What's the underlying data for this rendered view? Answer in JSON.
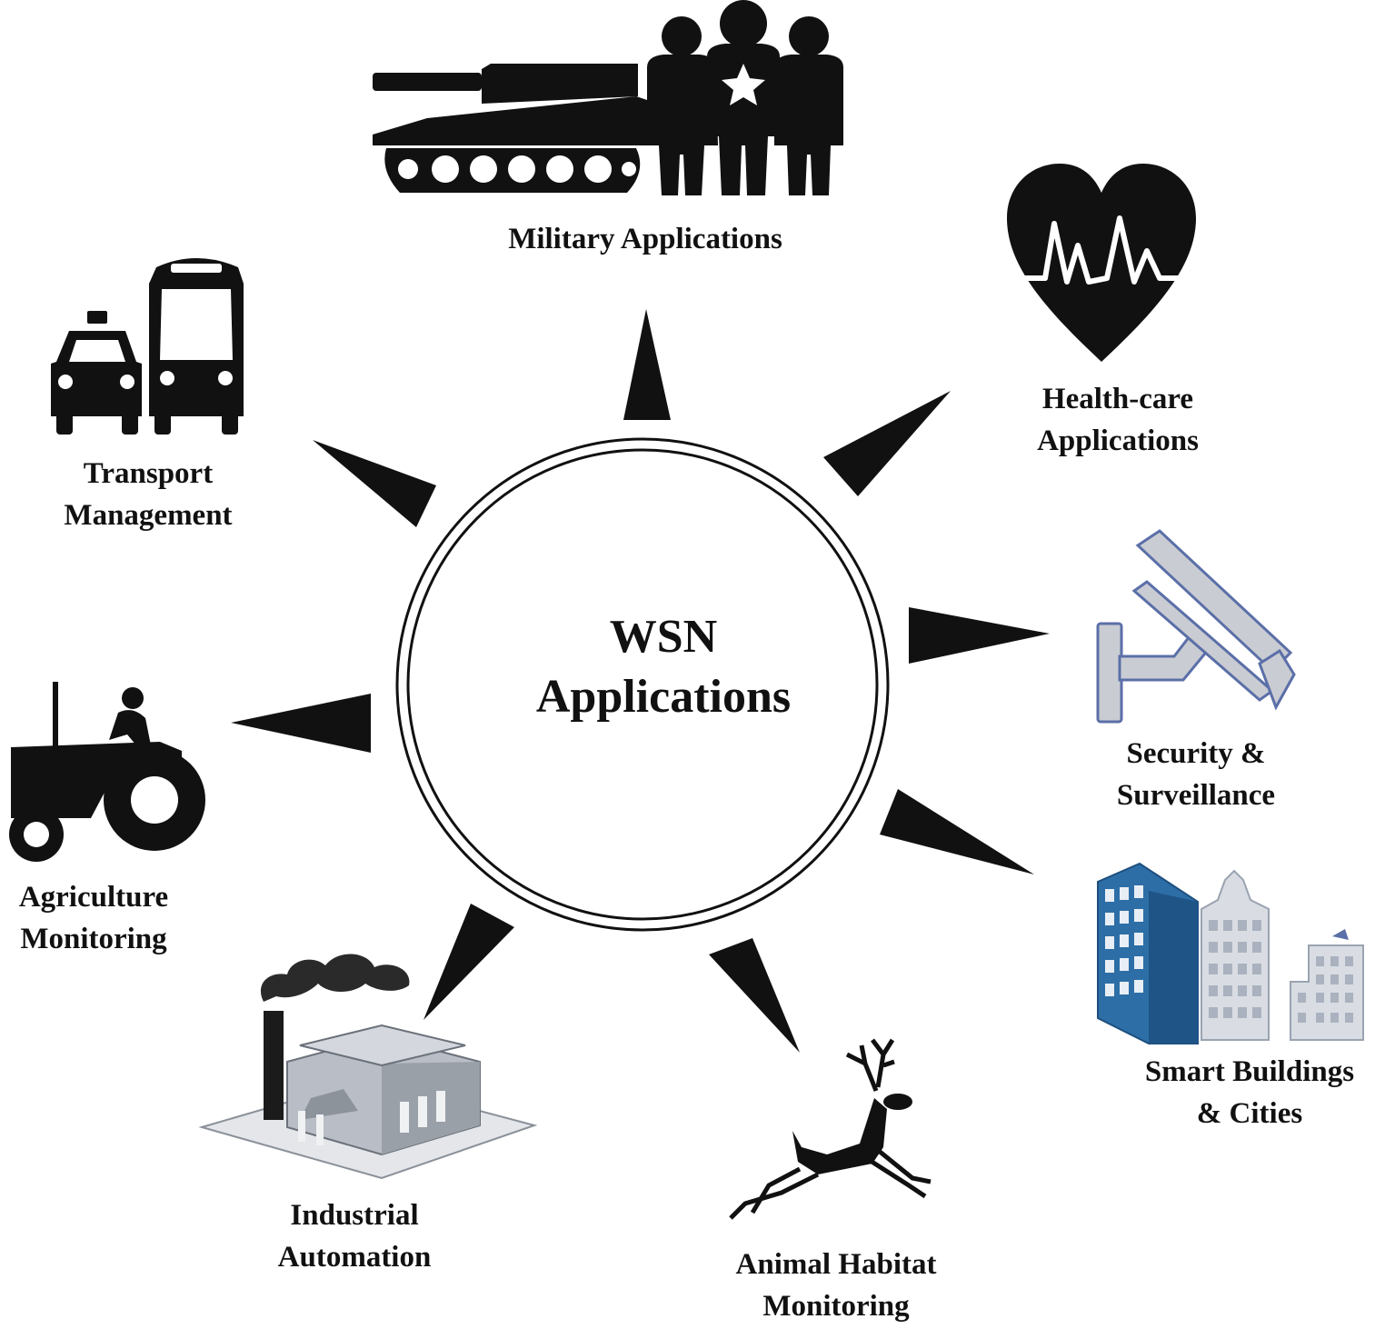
{
  "center": {
    "line1": "WSN",
    "line2": "Applications"
  },
  "labels": {
    "military": {
      "line1": "Military Applications"
    },
    "health": {
      "line1": "Health-care",
      "line2": "Applications"
    },
    "security": {
      "line1": "Security &",
      "line2": "Surveillance"
    },
    "smart": {
      "line1": "Smart Buildings",
      "line2": "& Cities"
    },
    "animal": {
      "line1": "Animal Habitat",
      "line2": "Monitoring"
    },
    "industrial": {
      "line1": "Industrial",
      "line2": "Automation"
    },
    "agriculture": {
      "line1": "Agriculture",
      "line2": "Monitoring"
    },
    "transport": {
      "line1": "Transport",
      "line2": "Management"
    }
  },
  "colors": {
    "ink": "#111111",
    "building_blue": "#2d6ea6",
    "building_gray": "#d9dde3",
    "camera_fill": "#c9ccd2",
    "camera_stroke": "#5b6fa8",
    "factory_gray": "#b9bec6"
  },
  "icons": [
    "tank-icon",
    "soldiers-icon",
    "heart-pulse-icon",
    "security-camera-icon",
    "buildings-icon",
    "deer-icon",
    "factory-icon",
    "tractor-icon",
    "taxi-icon",
    "bus-icon"
  ]
}
